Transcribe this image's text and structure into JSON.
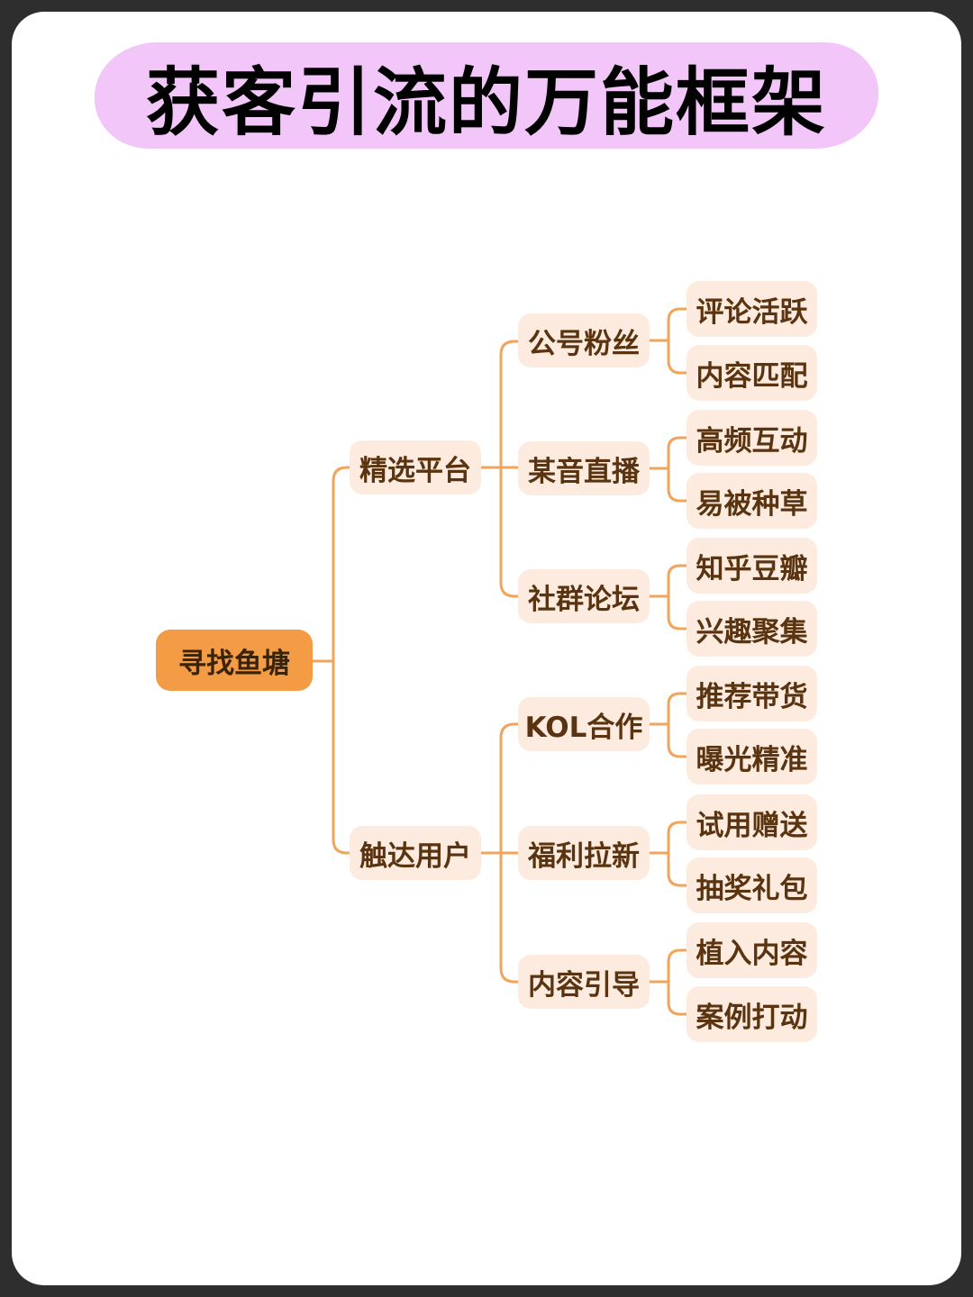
{
  "title": "获客引流的万能框架",
  "colors": {
    "frame": "#2e2e2e",
    "title_highlight": "#f2c6f8",
    "root_fill": "#f49b45",
    "node_fill": "#fcebde",
    "connector": "#f2a55a",
    "node_text": "#5a3410"
  },
  "mindmap": {
    "root": {
      "label": "寻找鱼塘"
    },
    "branches": [
      {
        "label": "精选平台",
        "children": [
          {
            "label": "公号粉丝",
            "children": [
              {
                "label": "评论活跃"
              },
              {
                "label": "内容匹配"
              }
            ]
          },
          {
            "label": "某音直播",
            "children": [
              {
                "label": "高频互动"
              },
              {
                "label": "易被种草"
              }
            ]
          },
          {
            "label": "社群论坛",
            "children": [
              {
                "label": "知乎豆瓣"
              },
              {
                "label": "兴趣聚集"
              }
            ]
          }
        ]
      },
      {
        "label": "触达用户",
        "children": [
          {
            "label": "KOL合作",
            "children": [
              {
                "label": "推荐带货"
              },
              {
                "label": "曝光精准"
              }
            ]
          },
          {
            "label": "福利拉新",
            "children": [
              {
                "label": "试用赠送"
              },
              {
                "label": "抽奖礼包"
              }
            ]
          },
          {
            "label": "内容引导",
            "children": [
              {
                "label": "植入内容"
              },
              {
                "label": "案例打动"
              }
            ]
          }
        ]
      }
    ]
  }
}
